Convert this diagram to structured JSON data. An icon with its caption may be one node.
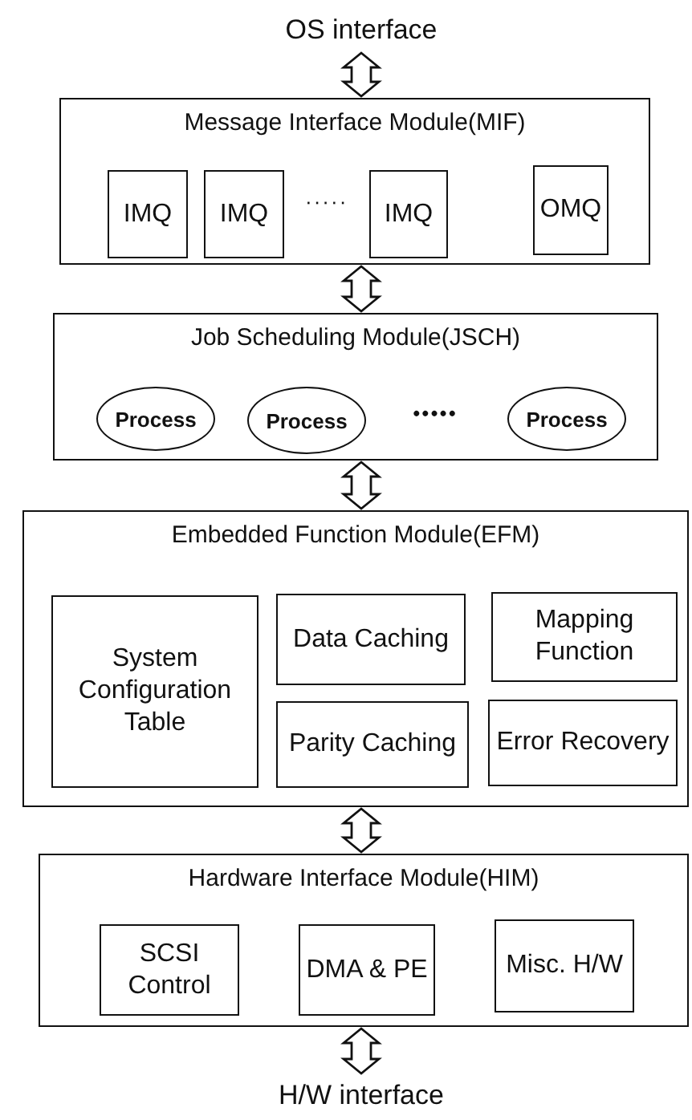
{
  "diagram": {
    "nodes": [
      {
        "text": [
          "OS interface"
        ]
      },
      {
        "text": [
          "Message Interface Module(MIF)"
        ]
      },
      {
        "text": [
          "IMQ"
        ],
        "in": 1
      },
      {
        "text": [
          "IMQ"
        ],
        "in": 1
      },
      {
        "text": [
          "IMQ"
        ],
        "in": 1
      },
      {
        "text": [
          "OMQ"
        ],
        "in": 1
      },
      {
        "text": [
          "Job Scheduling Module(JSCH)"
        ]
      },
      {
        "text": [
          "Process"
        ],
        "in": 6
      },
      {
        "text": [
          "Process"
        ],
        "in": 6
      },
      {
        "text": [
          "Process"
        ],
        "in": 6
      },
      {
        "text": [
          "Embedded Function Module(EFM)"
        ]
      },
      {
        "text": [
          "System Configuration Table"
        ],
        "in": 10
      },
      {
        "text": [
          "Data Caching"
        ],
        "in": 10
      },
      {
        "text": [
          "Mapping Function"
        ],
        "in": 10
      },
      {
        "text": [
          "Parity Caching"
        ],
        "in": 10
      },
      {
        "text": [
          "Error Recovery"
        ],
        "in": 10
      },
      {
        "text": [
          "Hardware Interface Module(HIM)"
        ]
      },
      {
        "text": [
          "SCSI Control"
        ],
        "in": 16
      },
      {
        "text": [
          "DMA & PE"
        ],
        "in": 16
      },
      {
        "text": [
          "Misc. H/W"
        ],
        "in": 16
      },
      {
        "text": [
          "H/W interface"
        ]
      }
    ],
    "edges": [
      {
        "from": 0,
        "to": 1,
        "arrow": "both",
        "style": "thick"
      },
      {
        "from": 1,
        "to": 6,
        "arrow": "both",
        "style": "thick"
      },
      {
        "from": 6,
        "to": 10,
        "arrow": "both",
        "style": "thick"
      },
      {
        "from": 10,
        "to": 16,
        "arrow": "both",
        "style": "thick"
      },
      {
        "from": 16,
        "to": 20,
        "arrow": "both",
        "style": "thick"
      }
    ],
    "labels": [
      "·····",
      "•••••"
    ]
  }
}
